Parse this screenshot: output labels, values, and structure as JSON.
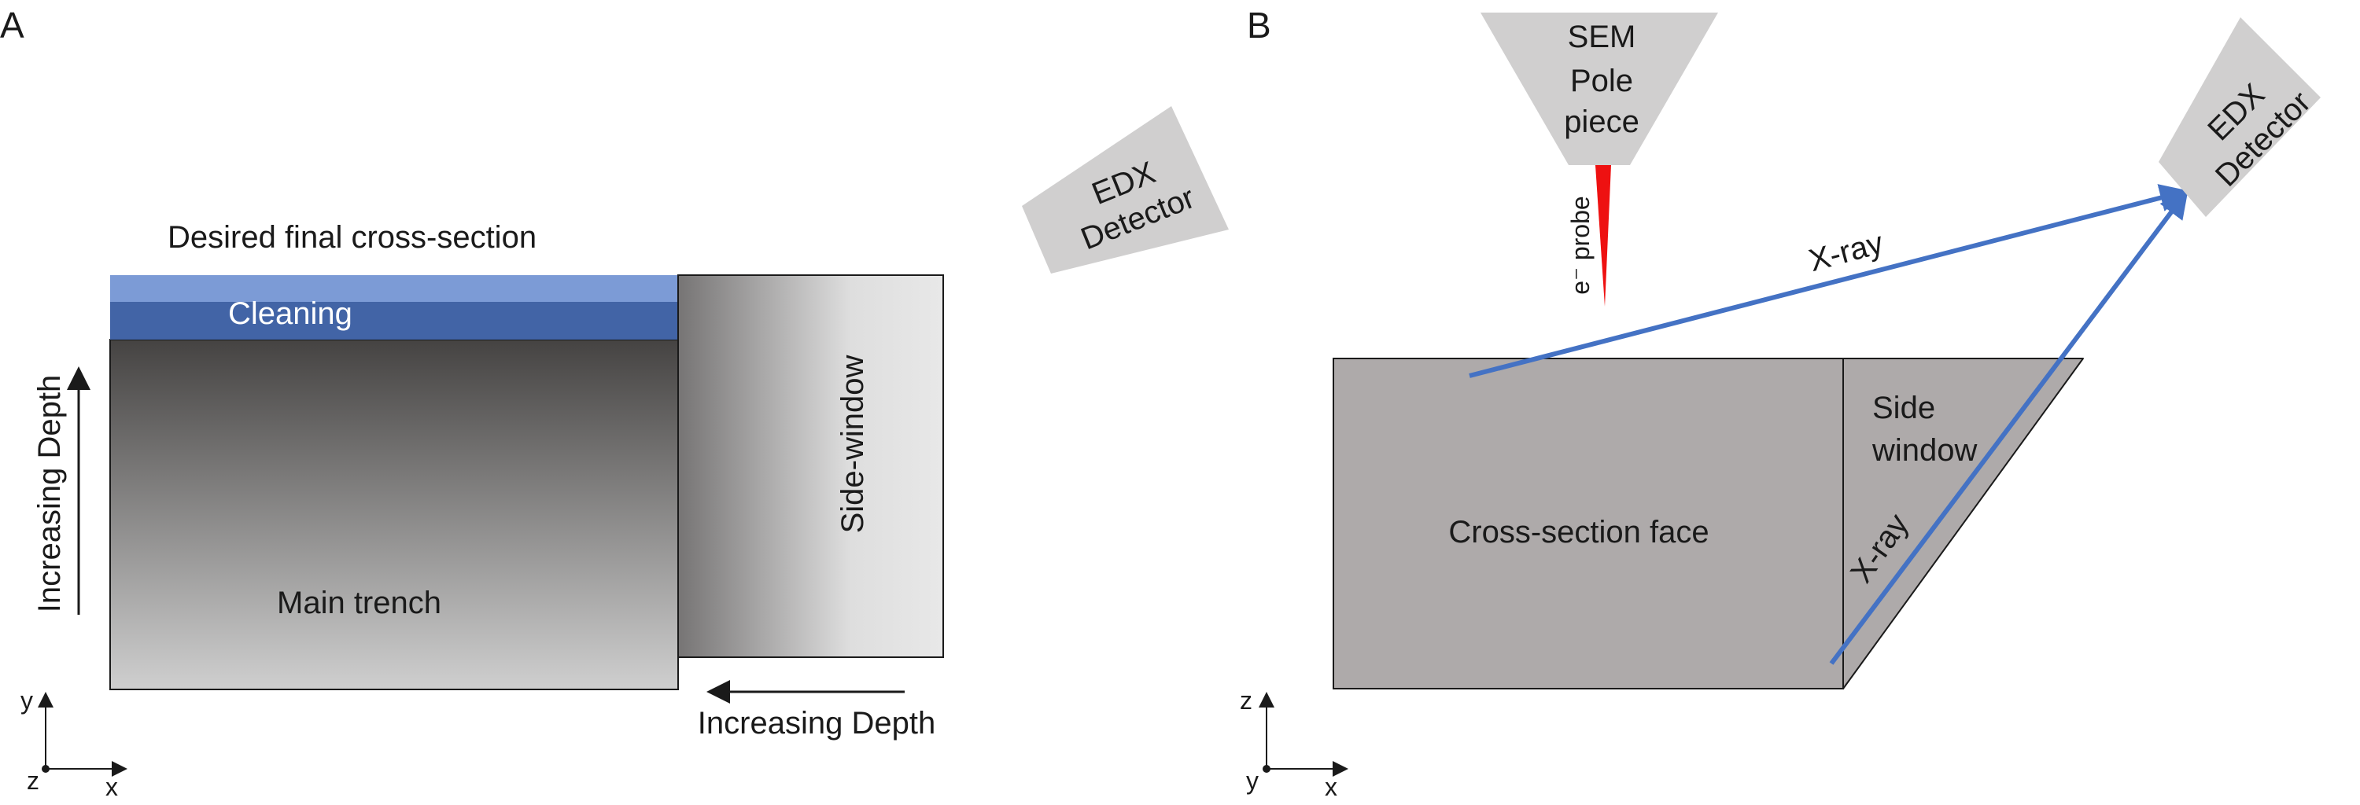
{
  "panel_a": {
    "panel_label": "A",
    "desired_section_label": "Desired final cross-section",
    "cleaning_label": "Cleaning",
    "main_trench_label": "Main trench",
    "side_window_label": "Side-window",
    "depth_vertical_label": "Increasing Depth",
    "depth_horizontal_label": "Increasing Depth",
    "edx_detector": {
      "line1": "EDX",
      "line2": "Detector"
    },
    "axes": {
      "vertical": "y",
      "horizontal": "x",
      "out_of_plane": "z"
    }
  },
  "panel_b": {
    "panel_label": "B",
    "sem_pole_piece": {
      "line1": "SEM",
      "line2": "Pole",
      "line3": "piece"
    },
    "probe_label": "e⁻ probe",
    "edx_detector": {
      "line1": "EDX",
      "line2": "Detector"
    },
    "xray_label_top": "X-ray",
    "xray_label_side": "X-ray",
    "cross_section_face_label": "Cross-section face",
    "side_window_label": {
      "line1": "Side",
      "line2": "window"
    },
    "axes": {
      "vertical": "z",
      "horizontal": "x",
      "out_of_plane": "y"
    }
  },
  "colors": {
    "cleaning_light": "#7c9bd6",
    "cleaning_dark": "#4264a6",
    "xray_arrow": "#4472c4",
    "probe": "#ee1111",
    "detector_grey": "#d0cfcf",
    "sample_grey": "#aeaaaa"
  }
}
